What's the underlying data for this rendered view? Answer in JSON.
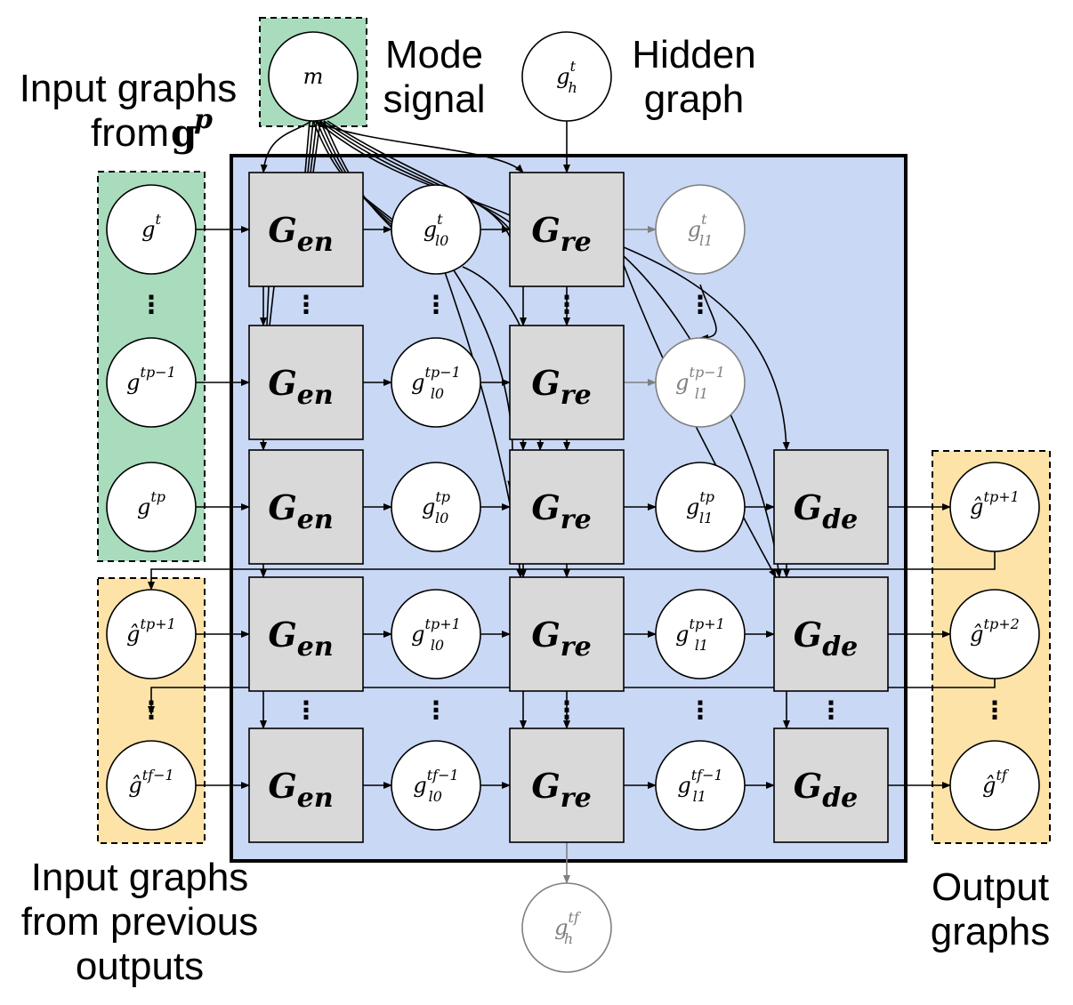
{
  "labels": {
    "mode_signal": [
      "Mode",
      "signal"
    ],
    "hidden_graph": [
      "Hidden",
      "graph"
    ],
    "input_graphs_gp": [
      "Input graphs",
      "from "
    ],
    "input_graphs_gp_symbol": "g",
    "input_graphs_gp_sup": "p",
    "input_previous": [
      "Input graphs",
      "from previous",
      "outputs"
    ],
    "output_graphs": [
      "Output",
      "graphs"
    ]
  },
  "blocks": {
    "encoder": {
      "main": "G",
      "sub": "en"
    },
    "recurrent": {
      "main": "G",
      "sub": "re"
    },
    "decoder": {
      "main": "G",
      "sub": "de"
    }
  },
  "nodes": {
    "mode": {
      "main": "m",
      "sup": "",
      "sub": ""
    },
    "hidden_t": {
      "main": "g",
      "sup": "t",
      "sub": "h"
    },
    "hidden_tf": {
      "main": "g",
      "sup": "t_f",
      "sub": "h"
    },
    "input_rows": [
      {
        "main": "g",
        "sup": "t",
        "sub": ""
      },
      {
        "main": "g",
        "sup": "t_p−1",
        "sub": ""
      },
      {
        "main": "g",
        "sup": "t_p",
        "sub": ""
      },
      {
        "main": "ĝ",
        "sup": "t_p+1",
        "sub": ""
      },
      {
        "main": "ĝ",
        "sup": "t_f−1",
        "sub": ""
      }
    ],
    "l0_rows": [
      {
        "main": "g",
        "sup": "t",
        "sub": "l0"
      },
      {
        "main": "g",
        "sup": "t_p−1",
        "sub": "l0"
      },
      {
        "main": "g",
        "sup": "t_p",
        "sub": "l0"
      },
      {
        "main": "g",
        "sup": "t_p+1",
        "sub": "l0"
      },
      {
        "main": "g",
        "sup": "t_f−1",
        "sub": "l0"
      }
    ],
    "l1_rows": [
      {
        "main": "g",
        "sup": "t",
        "sub": "l1"
      },
      {
        "main": "g",
        "sup": "t_p−1",
        "sub": "l1"
      },
      {
        "main": "g",
        "sup": "t_p",
        "sub": "l1"
      },
      {
        "main": "g",
        "sup": "t_p+1",
        "sub": "l1"
      },
      {
        "main": "g",
        "sup": "t_f−1",
        "sub": "l1"
      }
    ],
    "output_rows": [
      {
        "main": "ĝ",
        "sup": "t_p+1",
        "sub": ""
      },
      {
        "main": "ĝ",
        "sup": "t_p+2",
        "sub": ""
      },
      {
        "main": "ĝ",
        "sup": "t_f",
        "sub": ""
      }
    ]
  },
  "colors": {
    "main_panel": "#c9d8f5",
    "green_panel": "#a8dcbd",
    "orange_panel": "#fde3a7",
    "block_fill": "#d9d9d9",
    "faded": "#808080"
  },
  "dots": "⋮"
}
